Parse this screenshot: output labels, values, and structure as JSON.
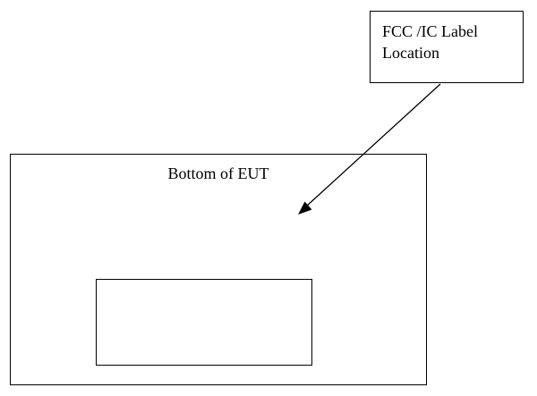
{
  "label_box": {
    "line1": "FCC /IC Label",
    "line2": "Location"
  },
  "eut": {
    "title": "Bottom of EUT"
  },
  "colors": {
    "line": "#000000",
    "background": "#ffffff"
  }
}
